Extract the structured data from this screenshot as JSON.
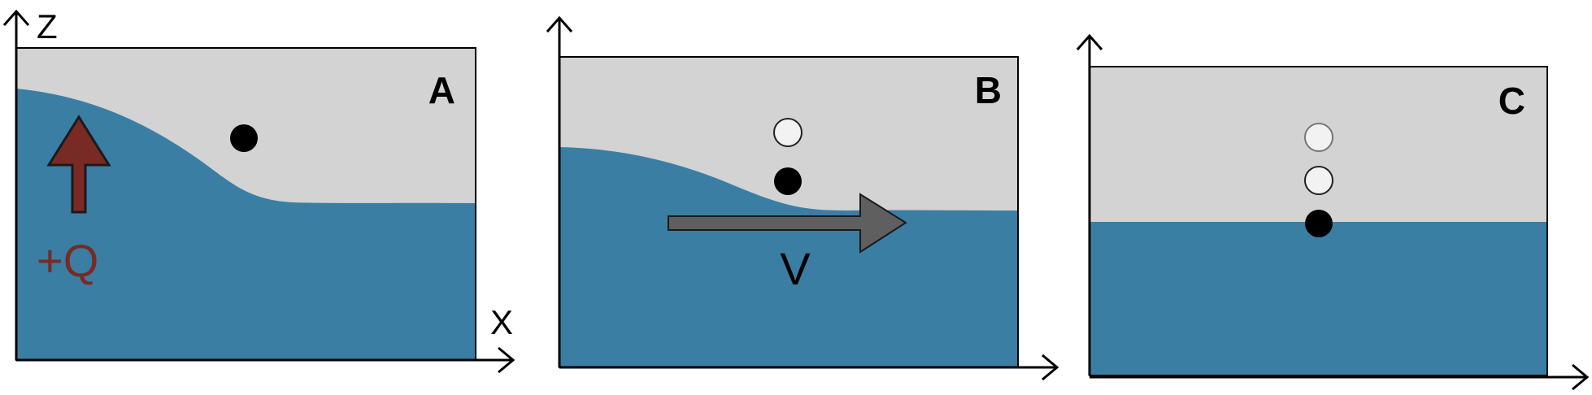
{
  "panels": [
    {
      "id": "A",
      "label": "A",
      "axis": {
        "x_label": "X",
        "z_label": "Z"
      },
      "arrow": {
        "direction": "up",
        "label": "+Q",
        "color": "#7a2a24"
      }
    },
    {
      "id": "B",
      "label": "B",
      "arrow": {
        "direction": "right",
        "label": "V",
        "color": "#5f5f5f"
      }
    },
    {
      "id": "C",
      "label": "C"
    }
  ],
  "colors": {
    "water": "#3a7ea4",
    "sky": "#d3d3d3",
    "particle": "#000000",
    "ghost_particle": "#f2f2f2",
    "arrow_outline": "#1a1a1a",
    "axis": "#000000"
  }
}
